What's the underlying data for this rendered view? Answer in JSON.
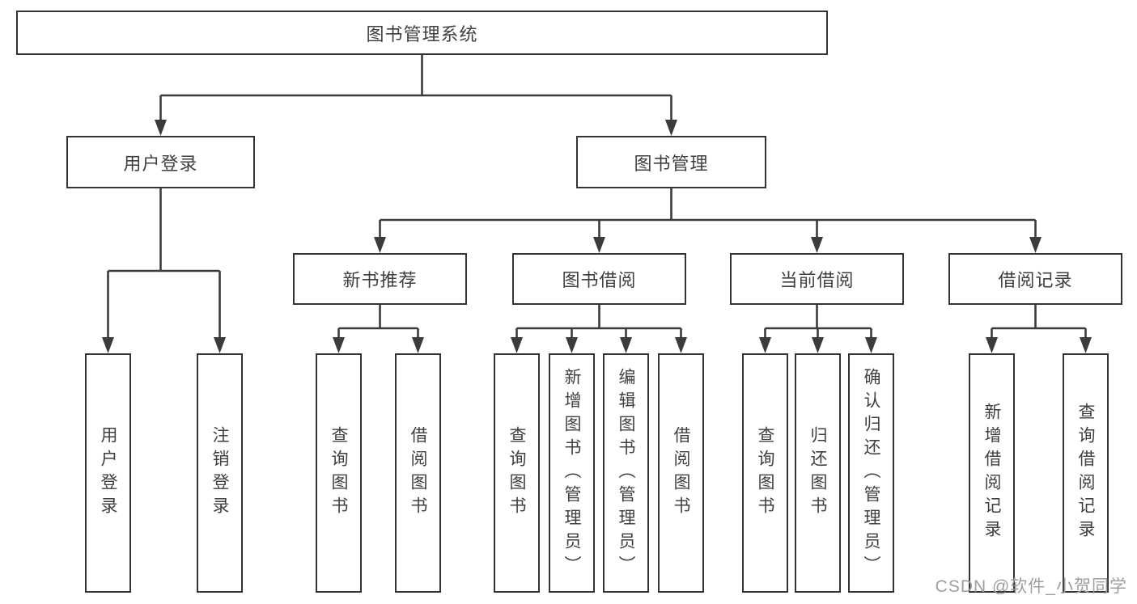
{
  "diagram": {
    "root": "图书管理系统",
    "level2": {
      "user_login": "用户登录",
      "book_mgmt": "图书管理"
    },
    "level3": {
      "new_books": "新书推荐",
      "borrow": "图书借阅",
      "current": "当前借阅",
      "records": "借阅记录"
    },
    "level4": {
      "user_login_children": [
        "用户登录",
        "注销登录"
      ],
      "new_books_children": [
        "查询图书",
        "借阅图书"
      ],
      "borrow_children": [
        "查询图书",
        "新增图书（管理员）",
        "编辑图书（管理员）",
        "借阅图书"
      ],
      "current_children": [
        "查询图书",
        "归还图书",
        "确认归还（管理员）"
      ],
      "records_children": [
        "新增借阅记录",
        "查询借阅记录"
      ]
    }
  },
  "watermark": "CSDN @软件_小贺同学",
  "colors": {
    "line": "#3b3b3b",
    "border": "#343434",
    "text": "#3f3f3f",
    "watermark": "#9e9e9e",
    "background": "#ffffff"
  }
}
